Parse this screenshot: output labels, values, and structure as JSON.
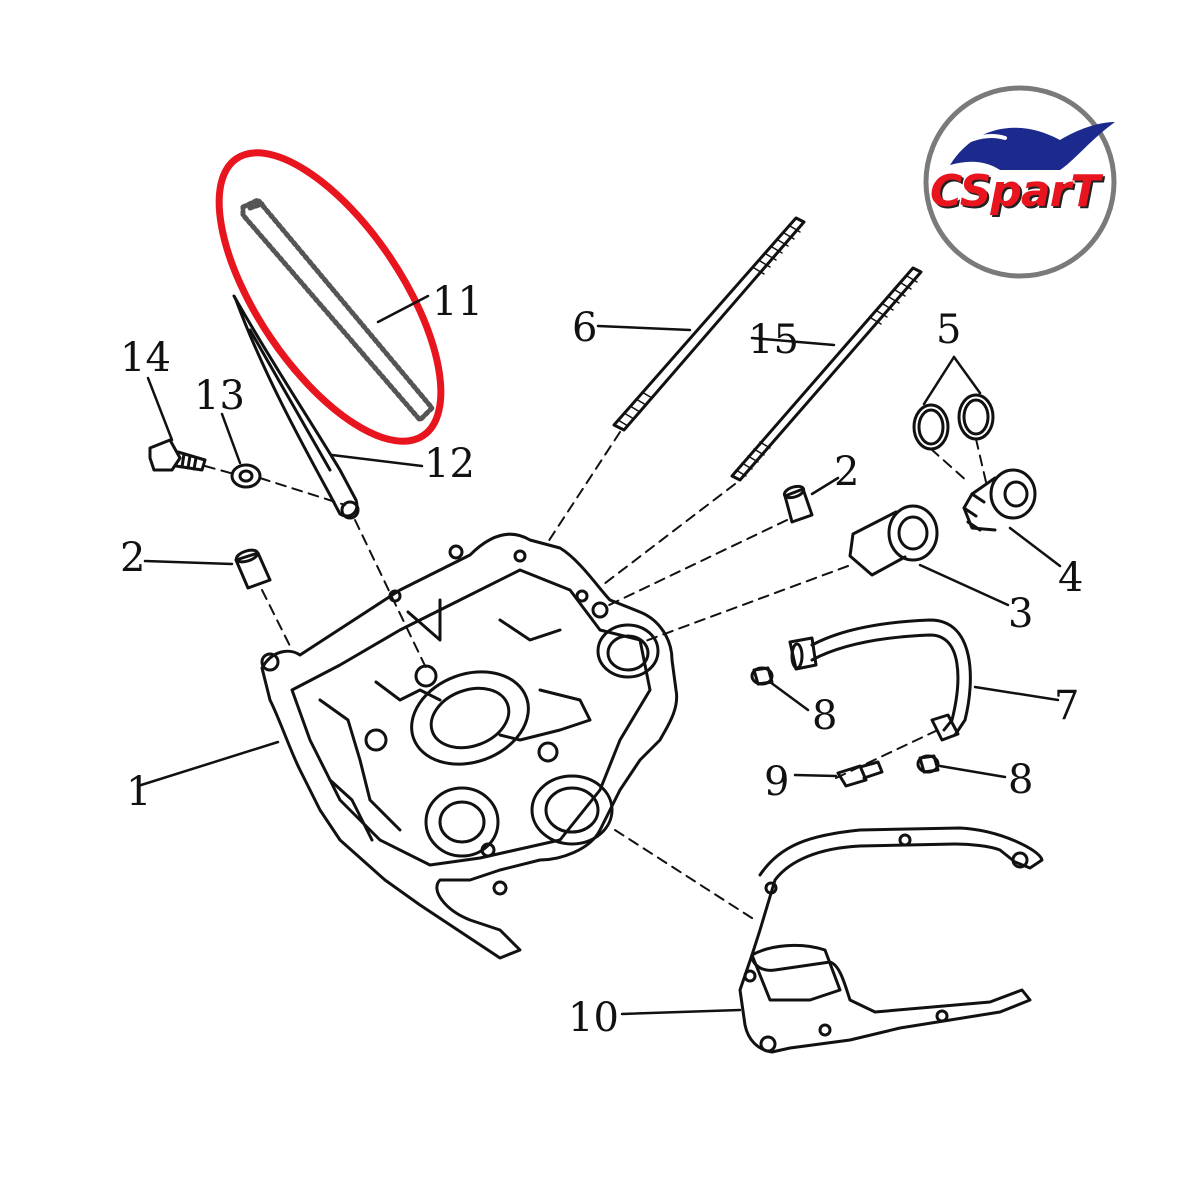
{
  "logo": {
    "text": "CSparT",
    "colors": {
      "text": "#e8141e",
      "swoosh": "#1b2a8c",
      "ring": "#7a7a7a",
      "shadow": "#222222"
    }
  },
  "highlight": {
    "color": "#e8141e",
    "target_part": "11"
  },
  "parts": [
    {
      "id": "p1",
      "label": "1"
    },
    {
      "id": "p2a",
      "label": "2"
    },
    {
      "id": "p2b",
      "label": "2"
    },
    {
      "id": "p3",
      "label": "3"
    },
    {
      "id": "p4",
      "label": "4"
    },
    {
      "id": "p5",
      "label": "5"
    },
    {
      "id": "p6",
      "label": "6"
    },
    {
      "id": "p7",
      "label": "7"
    },
    {
      "id": "p8a",
      "label": "8"
    },
    {
      "id": "p8b",
      "label": "8"
    },
    {
      "id": "p9",
      "label": "9"
    },
    {
      "id": "p10",
      "label": "10"
    },
    {
      "id": "p11",
      "label": "11"
    },
    {
      "id": "p12",
      "label": "12"
    },
    {
      "id": "p13",
      "label": "13"
    },
    {
      "id": "p14",
      "label": "14"
    },
    {
      "id": "p15",
      "label": "15"
    }
  ]
}
